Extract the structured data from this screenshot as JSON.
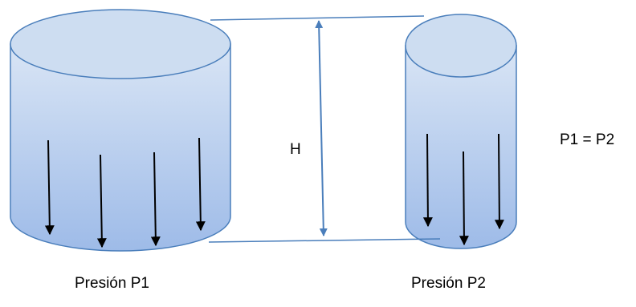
{
  "labels": {
    "height": "H",
    "equation": "P1 = P2",
    "pressure_left": "Presión P1",
    "pressure_right": "Presión P2"
  },
  "colors": {
    "outline": "#4a7ebb",
    "top_fill": "#cdddf1",
    "body_fill_top": "#d9e5f5",
    "body_fill_bottom": "#9ebbe8",
    "arrow": "#000000",
    "dimension_line": "#4a7ebb"
  }
}
